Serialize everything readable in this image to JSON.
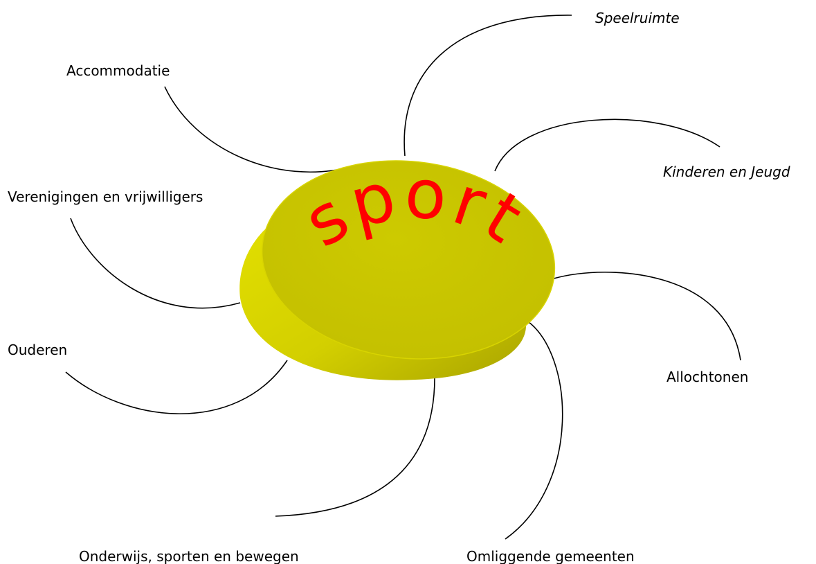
{
  "diagram": {
    "center": {
      "text": "sport",
      "text_color": "#ff0000",
      "disc_top_color": "#c8c400",
      "disc_side_color": "#d4d000"
    },
    "labels": {
      "speelruimte": "Speelruimte",
      "accommodatie": "Accommodatie",
      "kinderen_jeugd": "Kinderen en Jeugd",
      "verenigingen": "Verenigingen en vrijwilligers",
      "ouderen": "Ouderen",
      "allochtonen": "Allochtonen",
      "onderwijs": "Onderwijs, sporten en bewegen",
      "omliggende": "Omliggende gemeenten"
    }
  }
}
